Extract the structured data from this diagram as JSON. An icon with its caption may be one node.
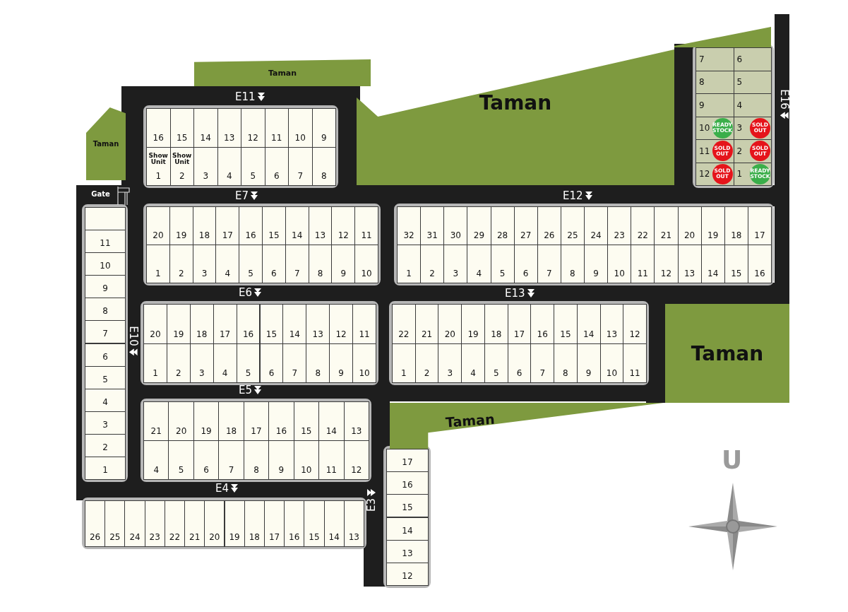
{
  "diagram": {
    "nodes": [
      {
        "text": [
          "Taman"
        ]
      },
      {
        "text": [
          "Taman"
        ]
      },
      {
        "text": [
          "Taman"
        ]
      },
      {
        "text": [
          "7"
        ]
      },
      {
        "text": [
          "6"
        ]
      },
      {
        "text": [
          "8"
        ]
      },
      {
        "text": [
          "5"
        ]
      },
      {
        "text": [
          "9"
        ]
      },
      {
        "text": [
          "4"
        ]
      },
      {
        "text": [
          "10"
        ]
      },
      {
        "text": [
          "3"
        ]
      },
      {
        "text": [
          "11"
        ]
      },
      {
        "text": [
          "2"
        ]
      },
      {
        "text": [
          "12"
        ]
      },
      {
        "text": [
          "1"
        ]
      },
      {
        "text": [
          "READY STOCK"
        ],
        "in": 9
      },
      {
        "text": [
          "SOLD OUT"
        ],
        "in": 10
      },
      {
        "text": [
          "SOLD OUT"
        ],
        "in": 11
      },
      {
        "text": [
          "SOLD OUT"
        ],
        "in": 12
      },
      {
        "text": [
          "SOLD OUT"
        ],
        "in": 13
      },
      {
        "text": [
          "READY STOCK"
        ],
        "in": 14
      },
      {
        "text": [
          "16"
        ]
      },
      {
        "text": [
          "15"
        ]
      },
      {
        "text": [
          "14"
        ]
      },
      {
        "text": [
          "13"
        ]
      },
      {
        "text": [
          "12"
        ]
      },
      {
        "text": [
          "11"
        ]
      },
      {
        "text": [
          "10"
        ]
      },
      {
        "text": [
          "9"
        ]
      },
      {
        "text": [
          "Show Unit",
          "1"
        ]
      },
      {
        "text": [
          "Show Unit",
          "2"
        ]
      },
      {
        "text": [
          "3"
        ]
      },
      {
        "text": [
          "4"
        ]
      },
      {
        "text": [
          "5"
        ]
      },
      {
        "text": [
          "6"
        ]
      },
      {
        "text": [
          "7"
        ]
      },
      {
        "text": [
          "8"
        ]
      },
      {
        "text": [
          "Gate"
        ]
      },
      {
        "text": [
          "20"
        ]
      },
      {
        "text": [
          "19"
        ]
      },
      {
        "text": [
          "18"
        ]
      },
      {
        "text": [
          "17"
        ]
      },
      {
        "text": [
          "16"
        ]
      },
      {
        "text": [
          "15"
        ]
      },
      {
        "text": [
          "14"
        ]
      },
      {
        "text": [
          "13"
        ]
      },
      {
        "text": [
          "12"
        ]
      },
      {
        "text": [
          "11"
        ]
      },
      {
        "text": [
          "1"
        ]
      },
      {
        "text": [
          "2"
        ]
      },
      {
        "text": [
          "3"
        ]
      },
      {
        "text": [
          "4"
        ]
      },
      {
        "text": [
          "5"
        ]
      },
      {
        "text": [
          "6"
        ]
      },
      {
        "text": [
          "7"
        ]
      },
      {
        "text": [
          "8"
        ]
      },
      {
        "text": [
          "9"
        ]
      },
      {
        "text": [
          "10"
        ]
      },
      {
        "text": [
          "32"
        ]
      },
      {
        "text": [
          "31"
        ]
      },
      {
        "text": [
          "30"
        ]
      },
      {
        "text": [
          "29"
        ]
      },
      {
        "text": [
          "28"
        ]
      },
      {
        "text": [
          "27"
        ]
      },
      {
        "text": [
          "26"
        ]
      },
      {
        "text": [
          "25"
        ]
      },
      {
        "text": [
          "24"
        ]
      },
      {
        "text": [
          "23"
        ]
      },
      {
        "text": [
          "22"
        ]
      },
      {
        "text": [
          "21"
        ]
      },
      {
        "text": [
          "20"
        ]
      },
      {
        "text": [
          "19"
        ]
      },
      {
        "text": [
          "18"
        ]
      },
      {
        "text": [
          "17"
        ]
      },
      {
        "text": [
          "1"
        ]
      },
      {
        "text": [
          "2"
        ]
      },
      {
        "text": [
          "3"
        ]
      },
      {
        "text": [
          "4"
        ]
      },
      {
        "text": [
          "5"
        ]
      },
      {
        "text": [
          "6"
        ]
      },
      {
        "text": [
          "7"
        ]
      },
      {
        "text": [
          "8"
        ]
      },
      {
        "text": [
          "9"
        ]
      },
      {
        "text": [
          "10"
        ]
      },
      {
        "text": [
          "11"
        ]
      },
      {
        "text": [
          "12"
        ]
      },
      {
        "text": [
          "13"
        ]
      },
      {
        "text": [
          "14"
        ]
      },
      {
        "text": [
          "15"
        ]
      },
      {
        "text": [
          "16"
        ]
      },
      {
        "text": [],
        "shape": "box"
      },
      {
        "text": [
          "11"
        ]
      },
      {
        "text": [
          "10"
        ]
      },
      {
        "text": [
          "9"
        ]
      },
      {
        "text": [
          "8"
        ]
      },
      {
        "text": [
          "7"
        ]
      },
      {
        "text": [
          "6"
        ]
      },
      {
        "text": [
          "5"
        ]
      },
      {
        "text": [
          "4"
        ]
      },
      {
        "text": [
          "3"
        ]
      },
      {
        "text": [
          "2"
        ]
      },
      {
        "text": [
          "1"
        ]
      },
      {
        "text": [
          "20"
        ]
      },
      {
        "text": [
          "19"
        ]
      },
      {
        "text": [
          "18"
        ]
      },
      {
        "text": [
          "17"
        ]
      },
      {
        "text": [
          "16"
        ]
      },
      {
        "text": [
          "15"
        ]
      },
      {
        "text": [
          "14"
        ]
      },
      {
        "text": [
          "13"
        ]
      },
      {
        "text": [
          "12"
        ]
      },
      {
        "text": [
          "11"
        ]
      },
      {
        "text": [
          "1"
        ]
      },
      {
        "text": [
          "2"
        ]
      },
      {
        "text": [
          "3"
        ]
      },
      {
        "text": [
          "4"
        ]
      },
      {
        "text": [
          "5"
        ]
      },
      {
        "text": [
          "6"
        ]
      },
      {
        "text": [
          "7"
        ]
      },
      {
        "text": [
          "8"
        ]
      },
      {
        "text": [
          "9"
        ]
      },
      {
        "text": [
          "10"
        ]
      },
      {
        "text": [
          "22"
        ]
      },
      {
        "text": [
          "21"
        ]
      },
      {
        "text": [
          "20"
        ]
      },
      {
        "text": [
          "19"
        ]
      },
      {
        "text": [
          "18"
        ]
      },
      {
        "text": [
          "17"
        ]
      },
      {
        "text": [
          "16"
        ]
      },
      {
        "text": [
          "15"
        ]
      },
      {
        "text": [
          "14"
        ]
      },
      {
        "text": [
          "13"
        ]
      },
      {
        "text": [
          "12"
        ]
      },
      {
        "text": [
          "1"
        ]
      },
      {
        "text": [
          "2"
        ]
      },
      {
        "text": [
          "3"
        ]
      },
      {
        "text": [
          "4"
        ]
      },
      {
        "text": [
          "5"
        ]
      },
      {
        "text": [
          "6"
        ]
      },
      {
        "text": [
          "7"
        ]
      },
      {
        "text": [
          "8"
        ]
      },
      {
        "text": [
          "9"
        ]
      },
      {
        "text": [
          "10"
        ]
      },
      {
        "text": [
          "11"
        ]
      },
      {
        "text": [
          "Taman"
        ]
      },
      {
        "text": [
          "21"
        ]
      },
      {
        "text": [
          "20"
        ]
      },
      {
        "text": [
          "19"
        ]
      },
      {
        "text": [
          "18"
        ]
      },
      {
        "text": [
          "17"
        ]
      },
      {
        "text": [
          "16"
        ]
      },
      {
        "text": [
          "15"
        ]
      },
      {
        "text": [
          "14"
        ]
      },
      {
        "text": [
          "13"
        ]
      },
      {
        "text": [
          "4"
        ]
      },
      {
        "text": [
          "5"
        ]
      },
      {
        "text": [
          "6"
        ]
      },
      {
        "text": [
          "7"
        ]
      },
      {
        "text": [
          "8"
        ]
      },
      {
        "text": [
          "9"
        ]
      },
      {
        "text": [
          "10"
        ]
      },
      {
        "text": [
          "11"
        ]
      },
      {
        "text": [
          "12"
        ]
      },
      {
        "text": [
          "Taman"
        ]
      },
      {
        "text": [
          "17"
        ]
      },
      {
        "text": [
          "16"
        ]
      },
      {
        "text": [
          "15"
        ]
      },
      {
        "text": [
          "14"
        ]
      },
      {
        "text": [
          "13"
        ]
      },
      {
        "text": [
          "12"
        ]
      },
      {
        "text": [
          "26"
        ]
      },
      {
        "text": [
          "25"
        ]
      },
      {
        "text": [
          "24"
        ]
      },
      {
        "text": [
          "23"
        ]
      },
      {
        "text": [
          "22"
        ]
      },
      {
        "text": [
          "21"
        ]
      },
      {
        "text": [
          "20"
        ]
      },
      {
        "text": [
          "19"
        ]
      },
      {
        "text": [
          "18"
        ]
      },
      {
        "text": [
          "17"
        ]
      },
      {
        "text": [
          "16"
        ]
      },
      {
        "text": [
          "15"
        ]
      },
      {
        "text": [
          "14"
        ]
      },
      {
        "text": [
          "13"
        ]
      }
    ],
    "labels": [
      "E11",
      "E16",
      "E7",
      "E12",
      "E6",
      "E13",
      "E10",
      "E5",
      "E4",
      "E3",
      "U"
    ]
  }
}
